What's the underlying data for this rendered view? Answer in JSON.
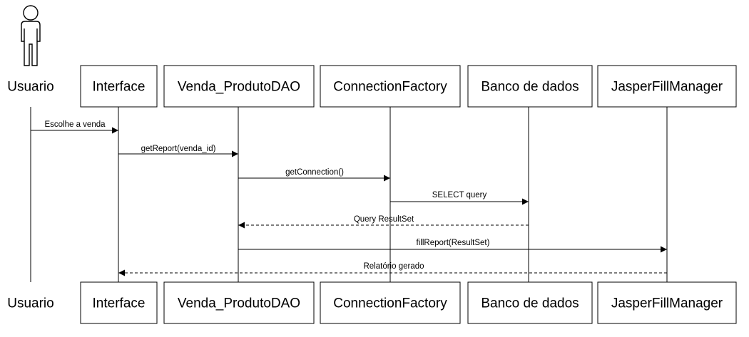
{
  "diagram": {
    "actor": {
      "name": "Usuario"
    },
    "participants": [
      {
        "id": "interface",
        "name": "Interface"
      },
      {
        "id": "dao",
        "name": "Venda_ProdutoDAO"
      },
      {
        "id": "factory",
        "name": "ConnectionFactory"
      },
      {
        "id": "db",
        "name": "Banco de dados"
      },
      {
        "id": "jasper",
        "name": "JasperFillManager"
      }
    ],
    "messages": [
      {
        "from": "usuario",
        "to": "interface",
        "label": "Escolhe a venda",
        "kind": "sync"
      },
      {
        "from": "interface",
        "to": "dao",
        "label": "getReport(venda_id)",
        "kind": "sync"
      },
      {
        "from": "dao",
        "to": "factory",
        "label": "getConnection()",
        "kind": "sync"
      },
      {
        "from": "factory",
        "to": "db",
        "label": "SELECT query",
        "kind": "sync"
      },
      {
        "from": "db",
        "to": "dao",
        "label": "Query ResultSet",
        "kind": "return"
      },
      {
        "from": "dao",
        "to": "jasper",
        "label": "fillReport(ResultSet)",
        "kind": "sync"
      },
      {
        "from": "jasper",
        "to": "interface",
        "label": "Relatório gerado",
        "kind": "return"
      }
    ]
  }
}
